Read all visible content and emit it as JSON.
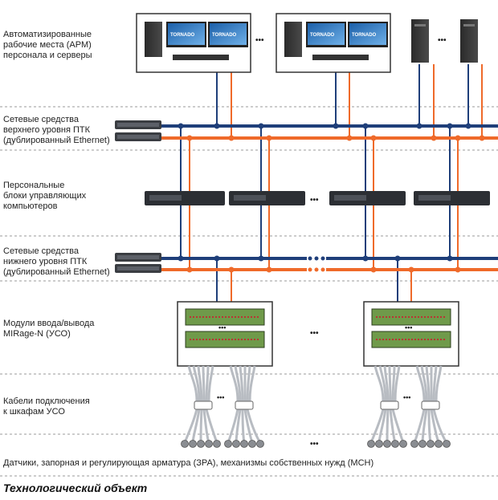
{
  "layers": [
    {
      "id": "arm",
      "label": "Автоматизированные\nрабочие места (АРМ)\nперсонала и серверы"
    },
    {
      "id": "upper-net",
      "label": "Сетевые средства\nверхнего уровня ПТК\n(дублированный Ethernet)"
    },
    {
      "id": "control",
      "label": "Персональные\nблоки управляющих\nкомпьютеров"
    },
    {
      "id": "lower-net",
      "label": "Сетевые средства\nнижнего уровня ПТК\n(дублированный Ethernet)"
    },
    {
      "id": "io",
      "label": "Модули ввода/вывода\nMIRage-N (УСО)"
    },
    {
      "id": "cables",
      "label": "Кабели подключения\nк шкафам УСО"
    }
  ],
  "bottom_label": "Датчики, запорная и регулирующая арматура (ЗРА), механизмы собственных нужд (МСН)",
  "footer": "Технологический объект",
  "monitor_brand": "TORNADO",
  "ellipsis": "•••",
  "colors": {
    "blue": "#1f3f7a",
    "orange": "#ef6a2a",
    "cable": "#b8bcc2",
    "dash": "#9a9a9a"
  }
}
